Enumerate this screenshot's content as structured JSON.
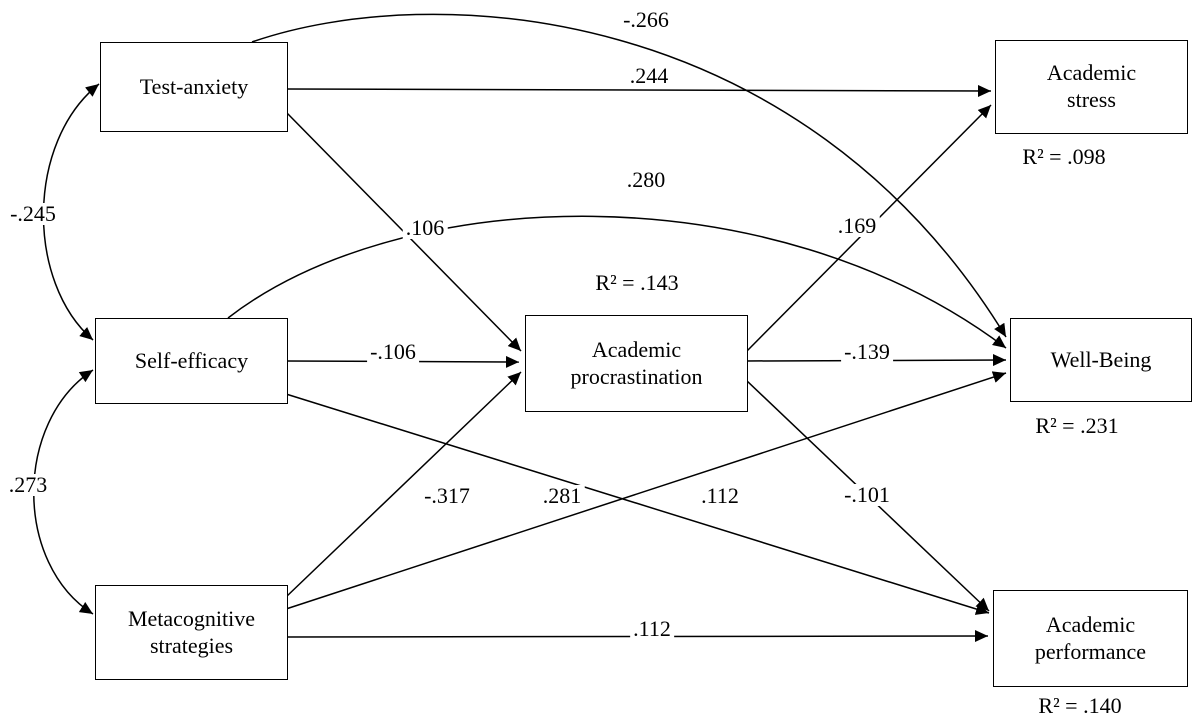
{
  "nodes": {
    "test_anxiety": "Test-anxiety",
    "self_efficacy": "Self-efficacy",
    "metacognitive_strategies": "Metacognitive\nstrategies",
    "academic_procrastination": "Academic\nprocrastination",
    "academic_stress": "Academic\nstress",
    "well_being": "Well-Being",
    "academic_performance": "Academic\nperformance"
  },
  "r_squared": {
    "academic_procrastination": "R² = .143",
    "academic_stress": "R² = .098",
    "well_being": "R² = .231",
    "academic_performance": "R² = .140"
  },
  "coefficients": {
    "ta_to_wellbeing": "-.266",
    "ta_to_stress": ".244",
    "se_to_wellbeing": ".280",
    "ta_to_procrastination": ".106",
    "procrastination_to_stress": ".169",
    "se_to_procrastination": "-.106",
    "procrastination_to_wellbeing": "-.139",
    "ms_to_procrastination": "-.317",
    "se_to_performance": ".281",
    "ms_to_wellbeing": ".112",
    "procrastination_to_performance": "-.101",
    "ms_to_performance": ".112",
    "corr_ta_se": "-.245",
    "corr_se_ms": ".273"
  }
}
